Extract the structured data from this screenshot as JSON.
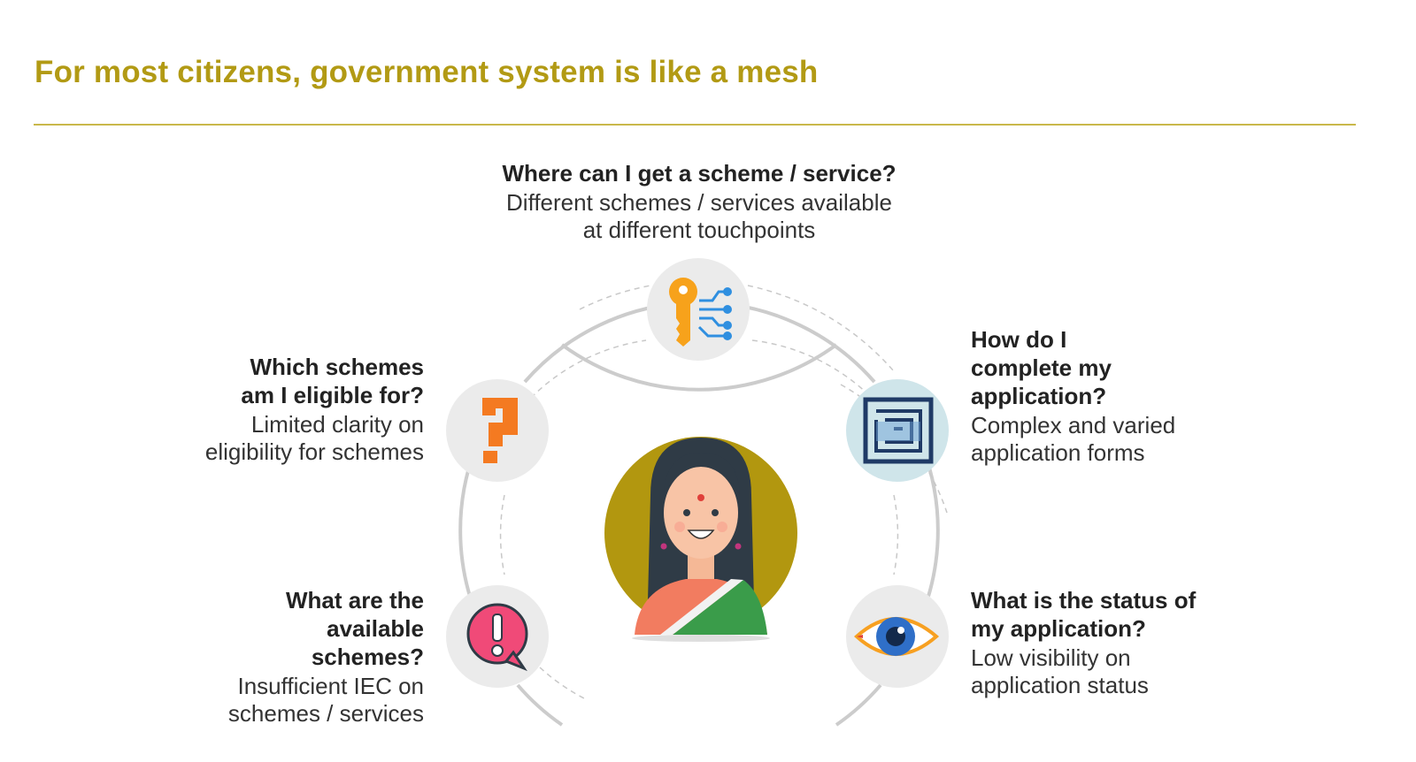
{
  "title": "For most citizens, government system is like a mesh",
  "colors": {
    "accent": "#b29a14",
    "rule": "#c9b84a",
    "icon_bg": "#ebebeb"
  },
  "center": {
    "icon": "woman-avatar-icon"
  },
  "items": [
    {
      "id": "top",
      "question": "Where can I get a scheme / service?",
      "description": "Different schemes / services available at different touchpoints",
      "icon": "key-network-icon"
    },
    {
      "id": "upper-left",
      "question": "Which schemes am I eligible for?",
      "description": "Limited clarity on eligibility for schemes",
      "icon": "question-mark-icon"
    },
    {
      "id": "lower-left",
      "question": "What are the available schemes?",
      "description": "Insufficient IEC on schemes / services",
      "icon": "exclamation-bubble-icon"
    },
    {
      "id": "upper-right",
      "question": "How do I complete my application?",
      "description": "Complex and varied application forms",
      "icon": "maze-icon"
    },
    {
      "id": "lower-right",
      "question": "What is the status of my application?",
      "description": "Low visibility on application status",
      "icon": "eye-icon"
    }
  ]
}
